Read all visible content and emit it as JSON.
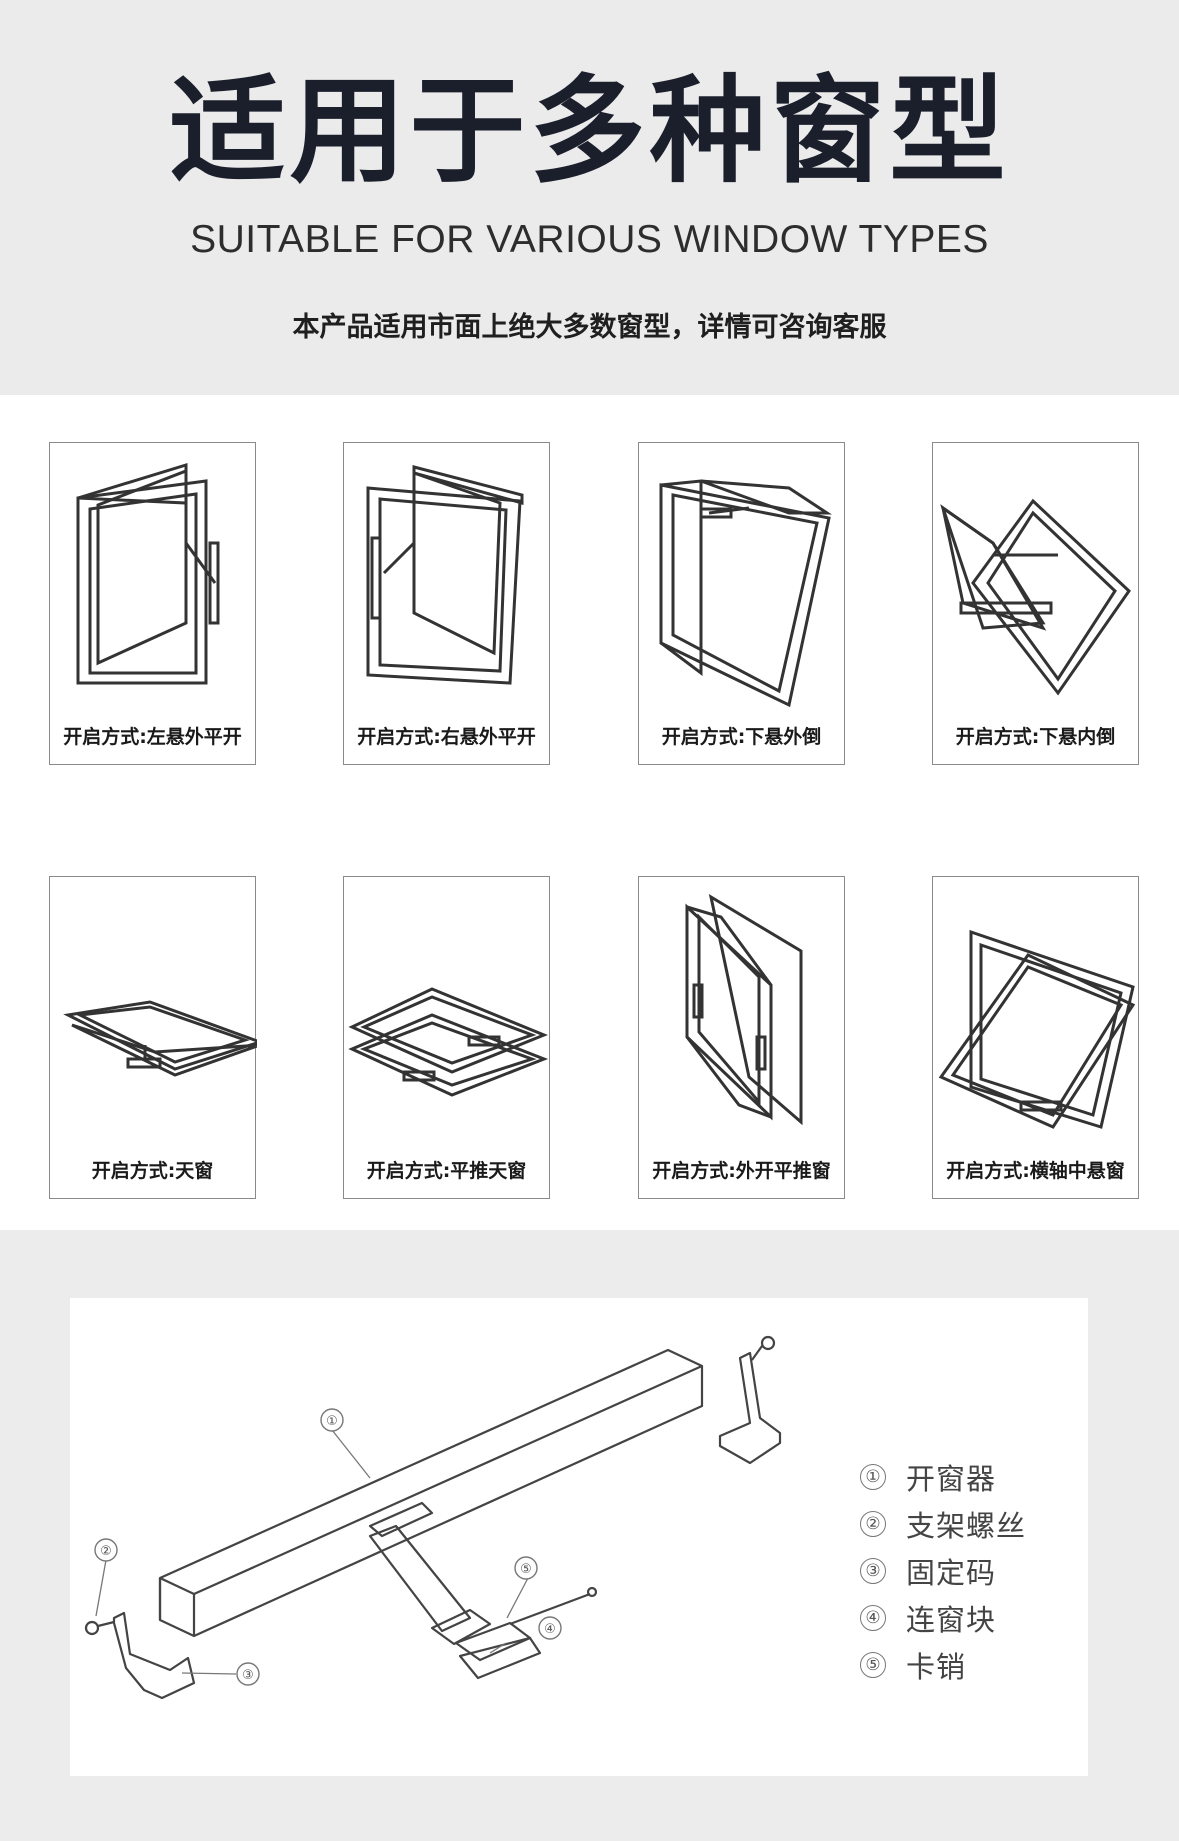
{
  "header": {
    "title": "适用于多种窗型",
    "subtitle": "SUITABLE FOR VARIOUS WINDOW TYPES",
    "tagline": "本产品适用市面上绝大多数窗型，详情可咨询客服"
  },
  "window_types": [
    {
      "label": "开启方式:左悬外平开",
      "icon": "left-hung-casement-icon"
    },
    {
      "label": "开启方式:右悬外平开",
      "icon": "right-hung-casement-icon"
    },
    {
      "label": "开启方式:下悬外倒",
      "icon": "bottom-hung-outward-icon"
    },
    {
      "label": "开启方式:下悬内倒",
      "icon": "bottom-hung-inward-icon"
    },
    {
      "label": "开启方式:天窗",
      "icon": "skylight-icon"
    },
    {
      "label": "开启方式:平推天窗",
      "icon": "parallel-push-skylight-icon"
    },
    {
      "label": "开启方式:外开平推窗",
      "icon": "outward-parallel-push-icon"
    },
    {
      "label": "开启方式:横轴中悬窗",
      "icon": "horizontal-pivot-icon"
    }
  ],
  "diagram": {
    "callouts": [
      "①",
      "②",
      "③",
      "④",
      "⑤"
    ],
    "legend": [
      {
        "num": "①",
        "text": "开窗器"
      },
      {
        "num": "②",
        "text": "支架螺丝"
      },
      {
        "num": "③",
        "text": "固定码"
      },
      {
        "num": "④",
        "text": "连窗块"
      },
      {
        "num": "⑤",
        "text": "卡销"
      }
    ]
  },
  "colors": {
    "title": "#1b1f2c",
    "header_bg": "#ebebeb",
    "line_art": "#333333"
  }
}
